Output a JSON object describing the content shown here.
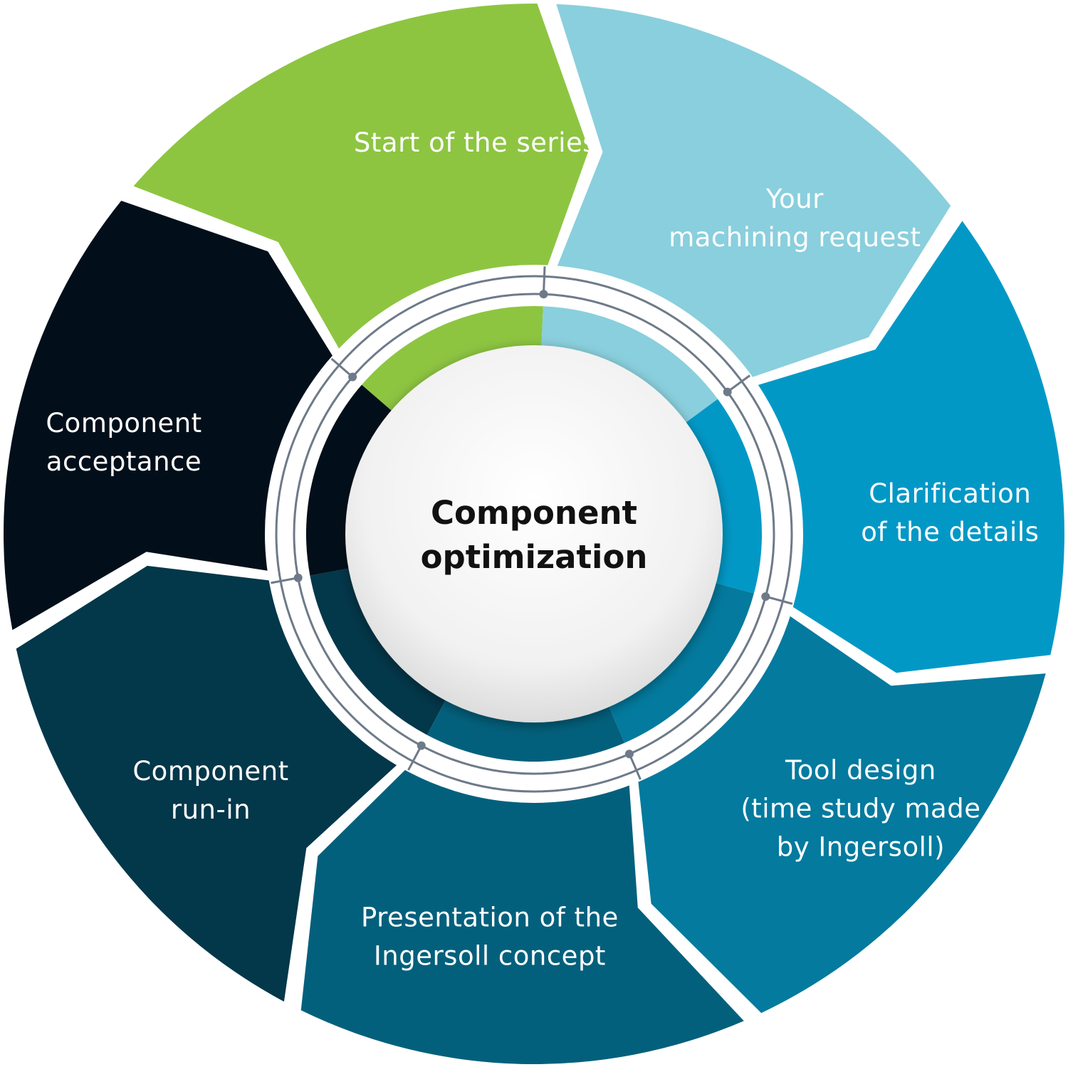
{
  "center": {
    "lines": [
      "Component",
      "optimization"
    ],
    "text_color": "#111111"
  },
  "stages": [
    {
      "id": "start-of-series",
      "lines": [
        "Start of the series"
      ],
      "color": "#8dc541"
    },
    {
      "id": "machining-request",
      "lines": [
        "Your",
        "machining request"
      ],
      "color": "#8acfdd"
    },
    {
      "id": "clarification",
      "lines": [
        "Clarification",
        "of the details"
      ],
      "color": "#0298c6"
    },
    {
      "id": "tool-design",
      "lines": [
        "Tool design",
        "(time study made",
        "by Ingersoll)"
      ],
      "color": "#037a9e"
    },
    {
      "id": "presentation",
      "lines": [
        "Presentation of the",
        "Ingersoll concept"
      ],
      "color": "#03607c"
    },
    {
      "id": "component-run-in",
      "lines": [
        "Component",
        "run-in"
      ],
      "color": "#03374a"
    },
    {
      "id": "acceptance",
      "lines": [
        "Component",
        "acceptance"
      ],
      "color": "#020f1a"
    }
  ],
  "ring_color": "#6e7a88",
  "ring_node_color": "#6e7a88"
}
